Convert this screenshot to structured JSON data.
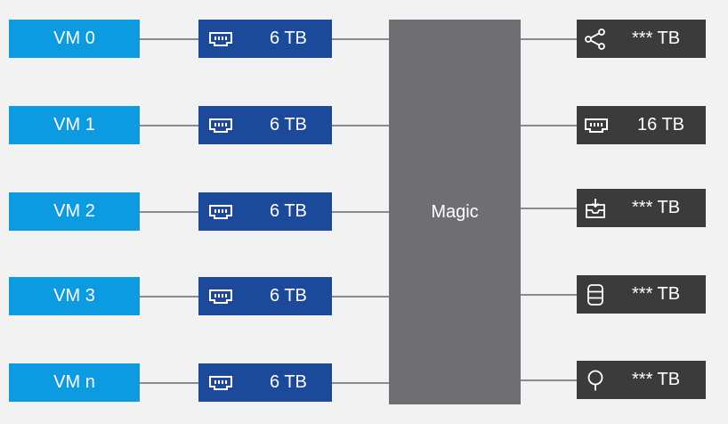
{
  "colors": {
    "background": "#f2f2f2",
    "vm": "#0c9be0",
    "disk": "#1c4a9b",
    "magic": "#6f6f73",
    "store": "#3b3b3b",
    "wire": "#8c8c8c"
  },
  "vms": [
    {
      "label": "VM 0"
    },
    {
      "label": "VM 1"
    },
    {
      "label": "VM 2"
    },
    {
      "label": "VM 3"
    },
    {
      "label": "VM n"
    }
  ],
  "disks": [
    {
      "label": "6 TB",
      "icon": "memory-icon"
    },
    {
      "label": "6 TB",
      "icon": "memory-icon"
    },
    {
      "label": "6 TB",
      "icon": "memory-icon"
    },
    {
      "label": "6 TB",
      "icon": "memory-icon"
    },
    {
      "label": "6 TB",
      "icon": "memory-icon"
    }
  ],
  "magic": {
    "label": "Magic"
  },
  "stores": [
    {
      "label": "*** TB",
      "icon": "share-icon"
    },
    {
      "label": "16 TB",
      "icon": "memory-icon"
    },
    {
      "label": "*** TB",
      "icon": "inbox-download-icon"
    },
    {
      "label": "*** TB",
      "icon": "database-icon"
    },
    {
      "label": "*** TB",
      "icon": "location-pin-icon"
    }
  ]
}
